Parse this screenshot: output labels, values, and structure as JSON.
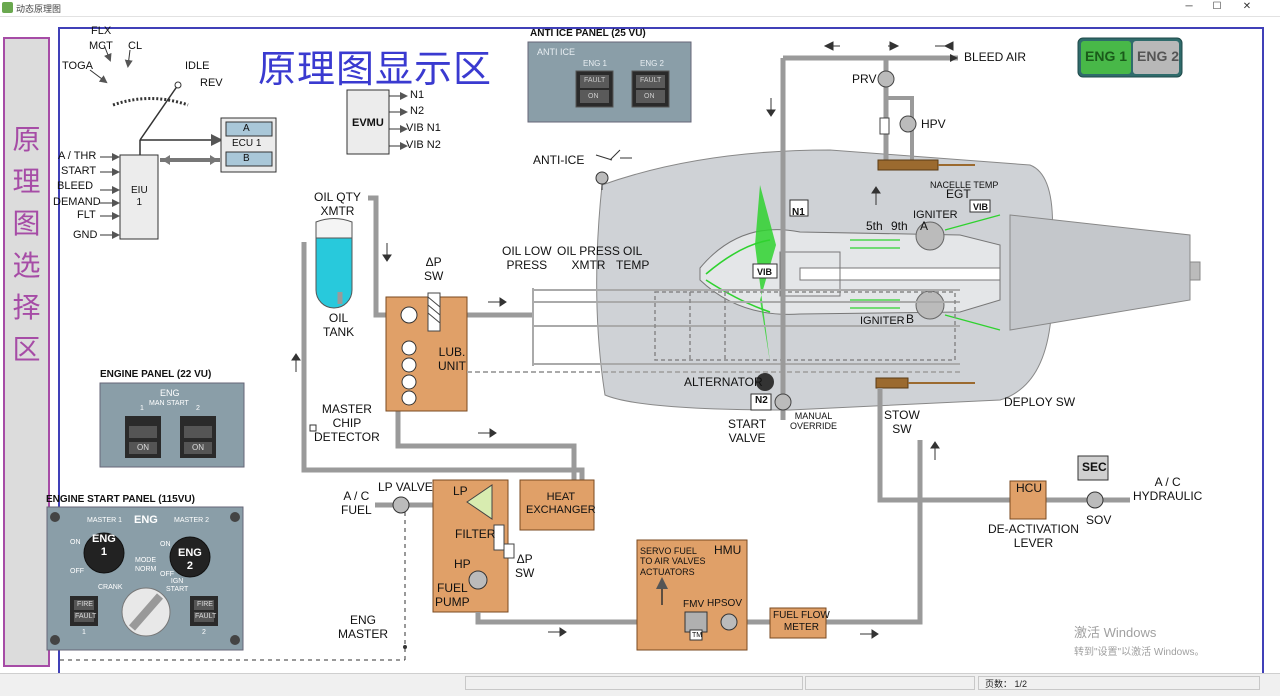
{
  "window": {
    "title": "动态原理图",
    "minimize": "─",
    "maximize": "☐",
    "close": "✕"
  },
  "select_area": {
    "label": "原理图选择区"
  },
  "display_area": {
    "label": "原理图显示区"
  },
  "engine_toggle": {
    "eng1": "ENG 1",
    "eng2": "ENG 2",
    "active": "ENG 1",
    "active_color": "#48b848",
    "inactive_color": "#b8b8b8"
  },
  "throttle": {
    "flx": "FLX",
    "mct": "MCT",
    "cl": "CL",
    "toga": "TOGA",
    "idle": "IDLE",
    "rev": "REV"
  },
  "ecu": {
    "a": "A",
    "name": "ECU 1",
    "b": "B"
  },
  "eiu": {
    "name": "EIU\n1",
    "inputs": [
      "A / THR",
      "START",
      "BLEED",
      "DEMAND",
      "FLT",
      "GND"
    ]
  },
  "evmu": {
    "name": "EVMU",
    "outputs": [
      "N1",
      "N2",
      "VIB N1",
      "VIB N2"
    ]
  },
  "anti_ice_panel": {
    "title": "ANTI ICE PANEL (25 VU)",
    "header": "ANTI ICE",
    "eng1": "ENG 1",
    "eng2": "ENG 2",
    "fault": "FAULT",
    "on": "ON"
  },
  "engine_panel": {
    "title": "ENGINE PANEL (22 VU)",
    "header": "ENG",
    "sub": "MAN START",
    "n1": "1",
    "n2": "2",
    "on": "ON"
  },
  "engine_start_panel": {
    "title": "ENGINE START PANEL (115VU)",
    "master1": "MASTER 1",
    "eng": "ENG",
    "master2": "MASTER 2",
    "on": "ON",
    "off": "OFF",
    "eng1": "ENG\n1",
    "eng2": "ENG\n2",
    "mode": "MODE",
    "norm": "NORM",
    "crank": "CRANK",
    "ign_start": "IGN\nSTART",
    "fire": "FIRE",
    "fault": "FAULT",
    "n1": "1",
    "n2": "2"
  },
  "oil": {
    "qty_xmtr": "OIL QTY\nXMTR",
    "tank": "OIL\nTANK",
    "dp_sw": "ΔP\nSW",
    "lub_unit": "LUB.\nUNIT",
    "master_chip": "MASTER\nCHIP\nDETECTOR",
    "low_press": "OIL LOW\nPRESS",
    "press_xmtr": "OIL PRESS\nXMTR",
    "temp": "OIL\nTEMP"
  },
  "fuel": {
    "ac_fuel": "A / C\nFUEL",
    "lp_valve": "LP VALVE",
    "lp": "LP",
    "heat_exchanger": "HEAT\nEXCHANGER",
    "filter": "FILTER",
    "dp_sw": "ΔP\nSW",
    "hp": "HP",
    "fuel_pump": "FUEL\nPUMP",
    "eng_master": "ENG\nMASTER",
    "servo": "SERVO FUEL\nTO AIR VALVES\nACTUATORS",
    "hmu": "HMU",
    "fmv": "FMV",
    "hpsov": "HPSOV",
    "tm": "TM",
    "fuel_flow_meter": "FUEL FLOW\nMETER"
  },
  "engine": {
    "anti_ice": "ANTI-ICE",
    "bleed_air": "BLEED AIR",
    "prv": "PRV",
    "hpv": "HPV",
    "nacelle_temp": "NACELLE TEMP",
    "egt": "EGT",
    "vib": "VIB",
    "n1": "N1",
    "n2": "N2",
    "igniter_a": "IGNITER",
    "a": "A",
    "igniter_b": "IGNITER",
    "b": "B",
    "stage5": "5th",
    "stage9": "9th",
    "alternator": "ALTERNATOR",
    "start_valve": "START\nVALVE",
    "manual_override": "MANUAL\nOVERRIDE",
    "stow_sw": "STOW\nSW",
    "deploy_sw": "DEPLOY SW"
  },
  "hydraulic": {
    "sec": "SEC",
    "hcu": "HCU",
    "deactivation_lever": "DE-ACTIVATION\nLEVER",
    "sov": "SOV",
    "ac_hydraulic": "A / C\nHYDRAULIC"
  },
  "watermark": {
    "line1": "激活 Windows",
    "line2": "转到\"设置\"以激活 Windows。"
  },
  "status_bar": {
    "pages": "页数： 1/2"
  },
  "colors": {
    "pipe": "#9a9a9a",
    "box": "#e0a068",
    "panel": "#8a9ea8",
    "nacelle": "#cfd2d6",
    "green": "#2fd22f",
    "frame": "#4040b8",
    "select": "#a64ca6"
  }
}
